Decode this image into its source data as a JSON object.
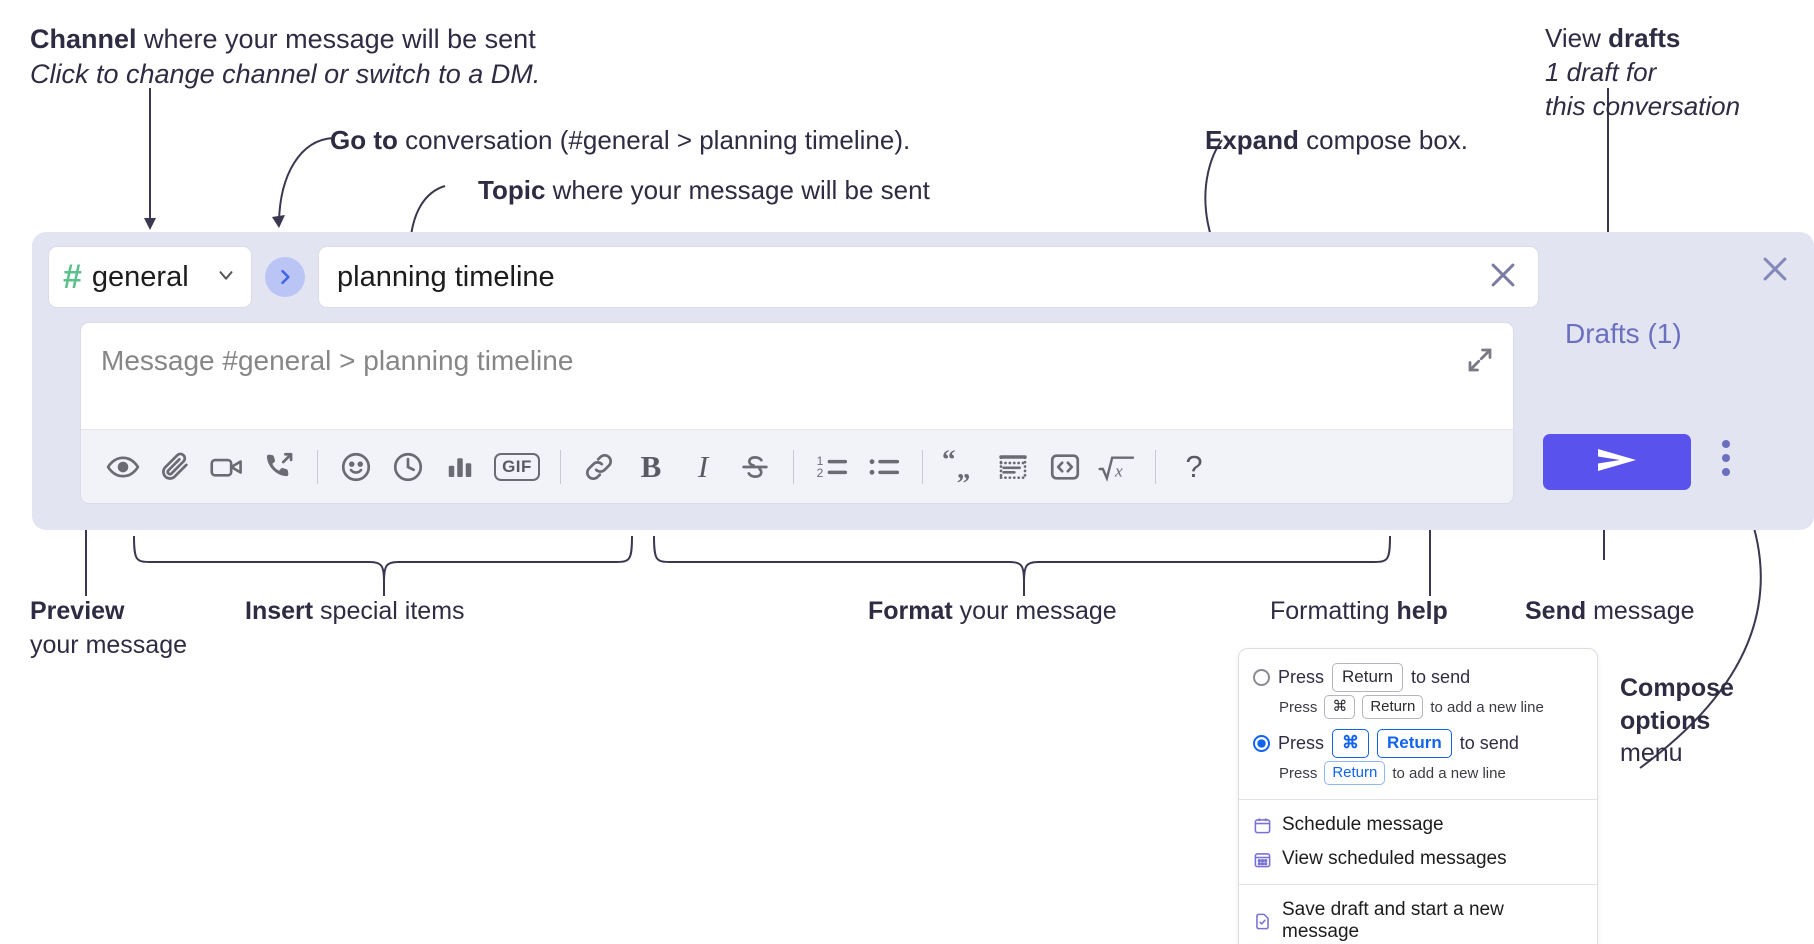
{
  "annotations": {
    "channel": {
      "bold": "Channel",
      "rest": " where your message will be sent",
      "line2": "Click to change channel or switch to a DM."
    },
    "goto": {
      "bold": "Go to",
      "rest": " conversation (#general > planning timeline)."
    },
    "topic": {
      "bold": "Topic",
      "rest": " where your message will be sent"
    },
    "expand": {
      "bold": "Expand",
      "rest": " compose box."
    },
    "drafts": {
      "pre": "View ",
      "bold": "drafts",
      "line2": "1 draft for",
      "line3": "this conversation"
    },
    "preview": {
      "bold": "Preview",
      "line2": "your message"
    },
    "insert": {
      "bold": "Insert",
      "rest": " special items"
    },
    "format": {
      "bold": "Format",
      "rest": " your message"
    },
    "help": {
      "pre": "Formatting ",
      "bold": "help"
    },
    "send": {
      "bold": "Send",
      "rest": " message"
    },
    "compose_options": {
      "bold1": "Compose",
      "bold2": "options",
      "line3": "menu"
    }
  },
  "compose": {
    "channel": {
      "hash": "#",
      "name": "general",
      "chevron_icon": "chevron-down-icon"
    },
    "goto_button_icon": "chevron-right-icon",
    "topic": {
      "value": "planning timeline",
      "clear_icon": "close-icon"
    },
    "message": {
      "placeholder": "Message #general > planning timeline",
      "expand_icon": "expand-icon"
    },
    "drafts_link": "Drafts (1)",
    "panel_close_icon": "close-icon",
    "send_icon": "send-paper-plane-icon",
    "kebab_icon": "more-vertical-icon",
    "toolbar": [
      {
        "name": "preview-icon",
        "kind": "icon"
      },
      {
        "name": "attachment-icon",
        "kind": "icon"
      },
      {
        "name": "video-icon",
        "kind": "icon"
      },
      {
        "name": "phone-forward-icon",
        "kind": "icon"
      },
      {
        "name": "divider",
        "kind": "sep"
      },
      {
        "name": "emoji-icon",
        "kind": "icon"
      },
      {
        "name": "clock-icon",
        "kind": "icon"
      },
      {
        "name": "poll-icon",
        "kind": "icon"
      },
      {
        "name": "gif-icon",
        "kind": "text",
        "label": "GIF"
      },
      {
        "name": "divider",
        "kind": "sep"
      },
      {
        "name": "link-icon",
        "kind": "icon"
      },
      {
        "name": "bold-icon",
        "kind": "text",
        "label": "B"
      },
      {
        "name": "italic-icon",
        "kind": "text",
        "label": "I"
      },
      {
        "name": "strikethrough-icon",
        "kind": "icon"
      },
      {
        "name": "divider",
        "kind": "sep"
      },
      {
        "name": "ordered-list-icon",
        "kind": "icon"
      },
      {
        "name": "bulleted-list-icon",
        "kind": "icon"
      },
      {
        "name": "divider",
        "kind": "sep"
      },
      {
        "name": "blockquote-icon",
        "kind": "icon"
      },
      {
        "name": "code-block-icon",
        "kind": "icon"
      },
      {
        "name": "code-snippet-icon",
        "kind": "icon"
      },
      {
        "name": "math-icon",
        "kind": "icon"
      },
      {
        "name": "divider",
        "kind": "sep"
      },
      {
        "name": "help-icon",
        "kind": "text",
        "label": "?"
      }
    ]
  },
  "menu": {
    "option1": {
      "selected": false,
      "press": "Press",
      "key": "Return",
      "to_send": "to send",
      "sub_press": "Press",
      "sub_key1": "⌘",
      "sub_key2": "Return",
      "sub_rest": "to add a new line"
    },
    "option2": {
      "selected": true,
      "press": "Press",
      "key1": "⌘",
      "key2": "Return",
      "to_send": "to send",
      "sub_press": "Press",
      "sub_key": "Return",
      "sub_rest": "to add a new line"
    },
    "items": [
      {
        "label": "Schedule message",
        "icon": "calendar-icon"
      },
      {
        "label": "View scheduled messages",
        "icon": "calendar-grid-icon"
      },
      {
        "label": "Save draft and start a new message",
        "icon": "document-check-icon"
      }
    ]
  },
  "colors": {
    "panel_bg": "#e3e4f1",
    "send_purple": "#5a52ec",
    "hash_green": "#5bc08c",
    "drafts_purple": "#6b6fbf",
    "accent_blue": "#1264f0",
    "menu_icon_purple": "#7b72d6"
  }
}
